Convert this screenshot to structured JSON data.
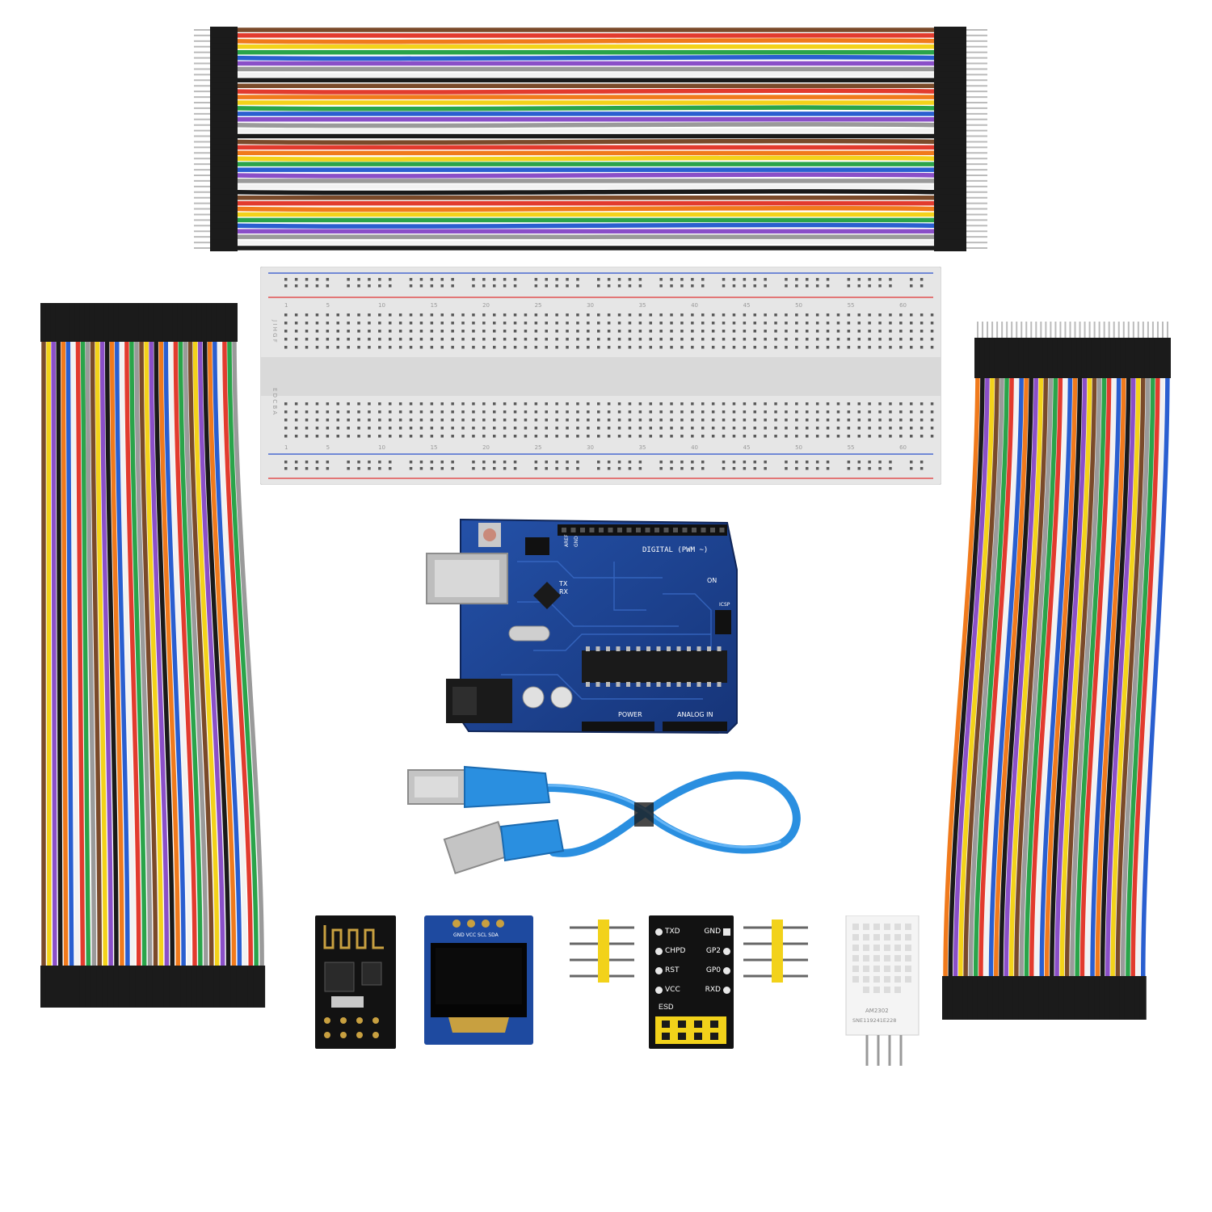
{
  "colors": {
    "wire_palette": [
      "#7a4a2a",
      "#e23b2e",
      "#f07a1c",
      "#f3d21a",
      "#2aa44a",
      "#2a5fd0",
      "#8a4fc8",
      "#9a9a9a",
      "#f2f2f2",
      "#1a1a1a"
    ],
    "pcb_blue": "#1d3f8f",
    "pcb_black": "#121212",
    "connector_black": "#1b1b1b",
    "usb_cable_blue": "#2a8fe0",
    "breadboard_body": "#e6e6e6",
    "rail_red": "#e05050",
    "rail_blue": "#4a6ad0",
    "header_yellow": "#f2d21a",
    "sensor_white": "#f4f4f4"
  },
  "breadboard": {
    "column_numbers": [
      "1",
      "5",
      "10",
      "15",
      "20",
      "25",
      "30",
      "35",
      "40",
      "45",
      "50",
      "55",
      "60"
    ],
    "row_letters_top": "J I H G F",
    "row_letters_bottom": "E D C B A"
  },
  "arduino": {
    "label_digital": "DIGITAL (PWM ~)",
    "label_power": "POWER",
    "label_analog": "ANALOG IN",
    "label_on": "ON",
    "label_tx": "TX",
    "label_rx": "RX",
    "label_aref": "AREF",
    "label_gnd": "GND",
    "label_icsp": "ICSP"
  },
  "esp_adapter": {
    "pins_left": [
      "TXD",
      "CHPD",
      "RST",
      "VCC"
    ],
    "pins_right": [
      "GND",
      "GP2",
      "GP0",
      "RXD"
    ],
    "label_esd": "ESD"
  },
  "oled": {
    "pin_labels": "GND VCC SCL SDA"
  },
  "dht_sensor": {
    "model": "AM2302",
    "serial": "SNE119241E228"
  }
}
